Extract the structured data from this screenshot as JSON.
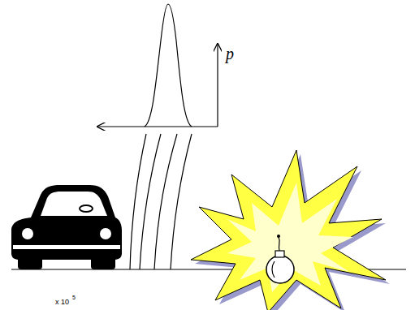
{
  "diagram": {
    "labels": [
      "p",
      "x 10",
      "5"
    ]
  }
}
